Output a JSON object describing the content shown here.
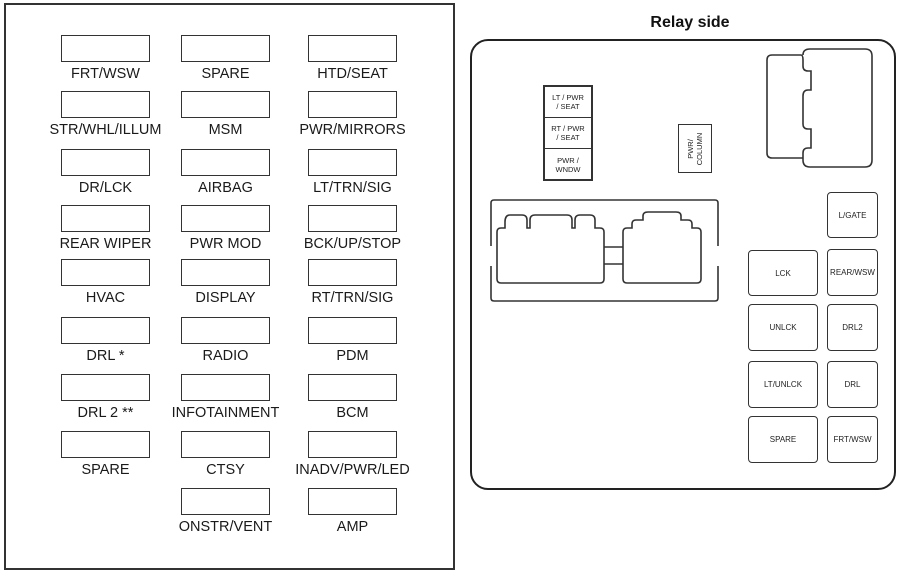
{
  "fuse_panel": {
    "columns": [
      [
        "FRT/WSW",
        "STR/WHL/ILLUM",
        "DR/LCK",
        "REAR WIPER",
        "HVAC",
        "DRL *",
        "DRL 2 **",
        "SPARE"
      ],
      [
        "SPARE",
        "MSM",
        "AIRBAG",
        "PWR MOD",
        "DISPLAY",
        "RADIO",
        "INFOTAINMENT",
        "CTSY",
        "ONSTR/VENT"
      ],
      [
        "HTD/SEAT",
        "PWR/MIRRORS",
        "LT/TRN/SIG",
        "BCK/UP/STOP",
        "RT/TRN/SIG",
        "PDM",
        "BCM",
        "INADV/PWR/LED",
        "AMP"
      ]
    ]
  },
  "relay_panel": {
    "title": "Relay side",
    "stacked_relays": [
      "LT / PWR\n/ SEAT",
      "RT / PWR\n/ SEAT",
      "PWR /\nWNDW"
    ],
    "column_relay": "PWR/\nCOLUMN",
    "right_relays": {
      "small": [
        "L/GATE",
        "REAR/WSW",
        "DRL2",
        "DRL",
        "FRT/WSW"
      ],
      "large": [
        "LCK",
        "UNLCK",
        "LT/UNLCK",
        "SPARE"
      ]
    }
  }
}
